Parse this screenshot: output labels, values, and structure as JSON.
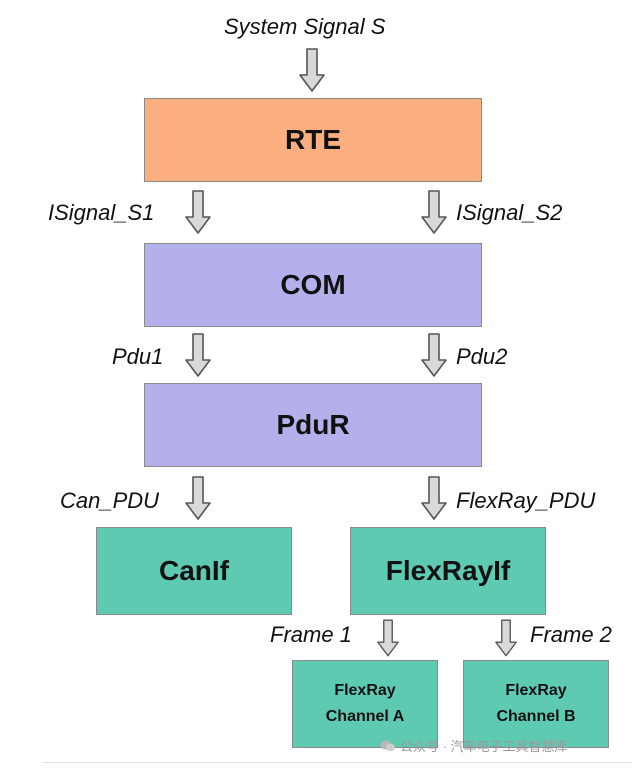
{
  "top_signal": "System Signal S",
  "boxes": {
    "rte": "RTE",
    "com": "COM",
    "pdur": "PduR",
    "canif": "CanIf",
    "flexrayif": "FlexRayIf",
    "channel_a": [
      "FlexRay",
      "Channel A"
    ],
    "channel_b": [
      "FlexRay",
      "Channel B"
    ]
  },
  "labels": {
    "isignal_s1": "ISignal_S1",
    "isignal_s2": "ISignal_S2",
    "pdu1": "Pdu1",
    "pdu2": "Pdu2",
    "can_pdu": "Can_PDU",
    "flexray_pdu": "FlexRay_PDU",
    "frame1": "Frame 1",
    "frame2": "Frame 2"
  },
  "watermark": "公众号 · 汽车电子工具智慧库",
  "colors": {
    "rte": "#fbae7f",
    "layer": "#b4b0ec",
    "if_channel": "#5fcab2",
    "arrow_fill": "#d9d9d9",
    "arrow_stroke": "#555555"
  }
}
